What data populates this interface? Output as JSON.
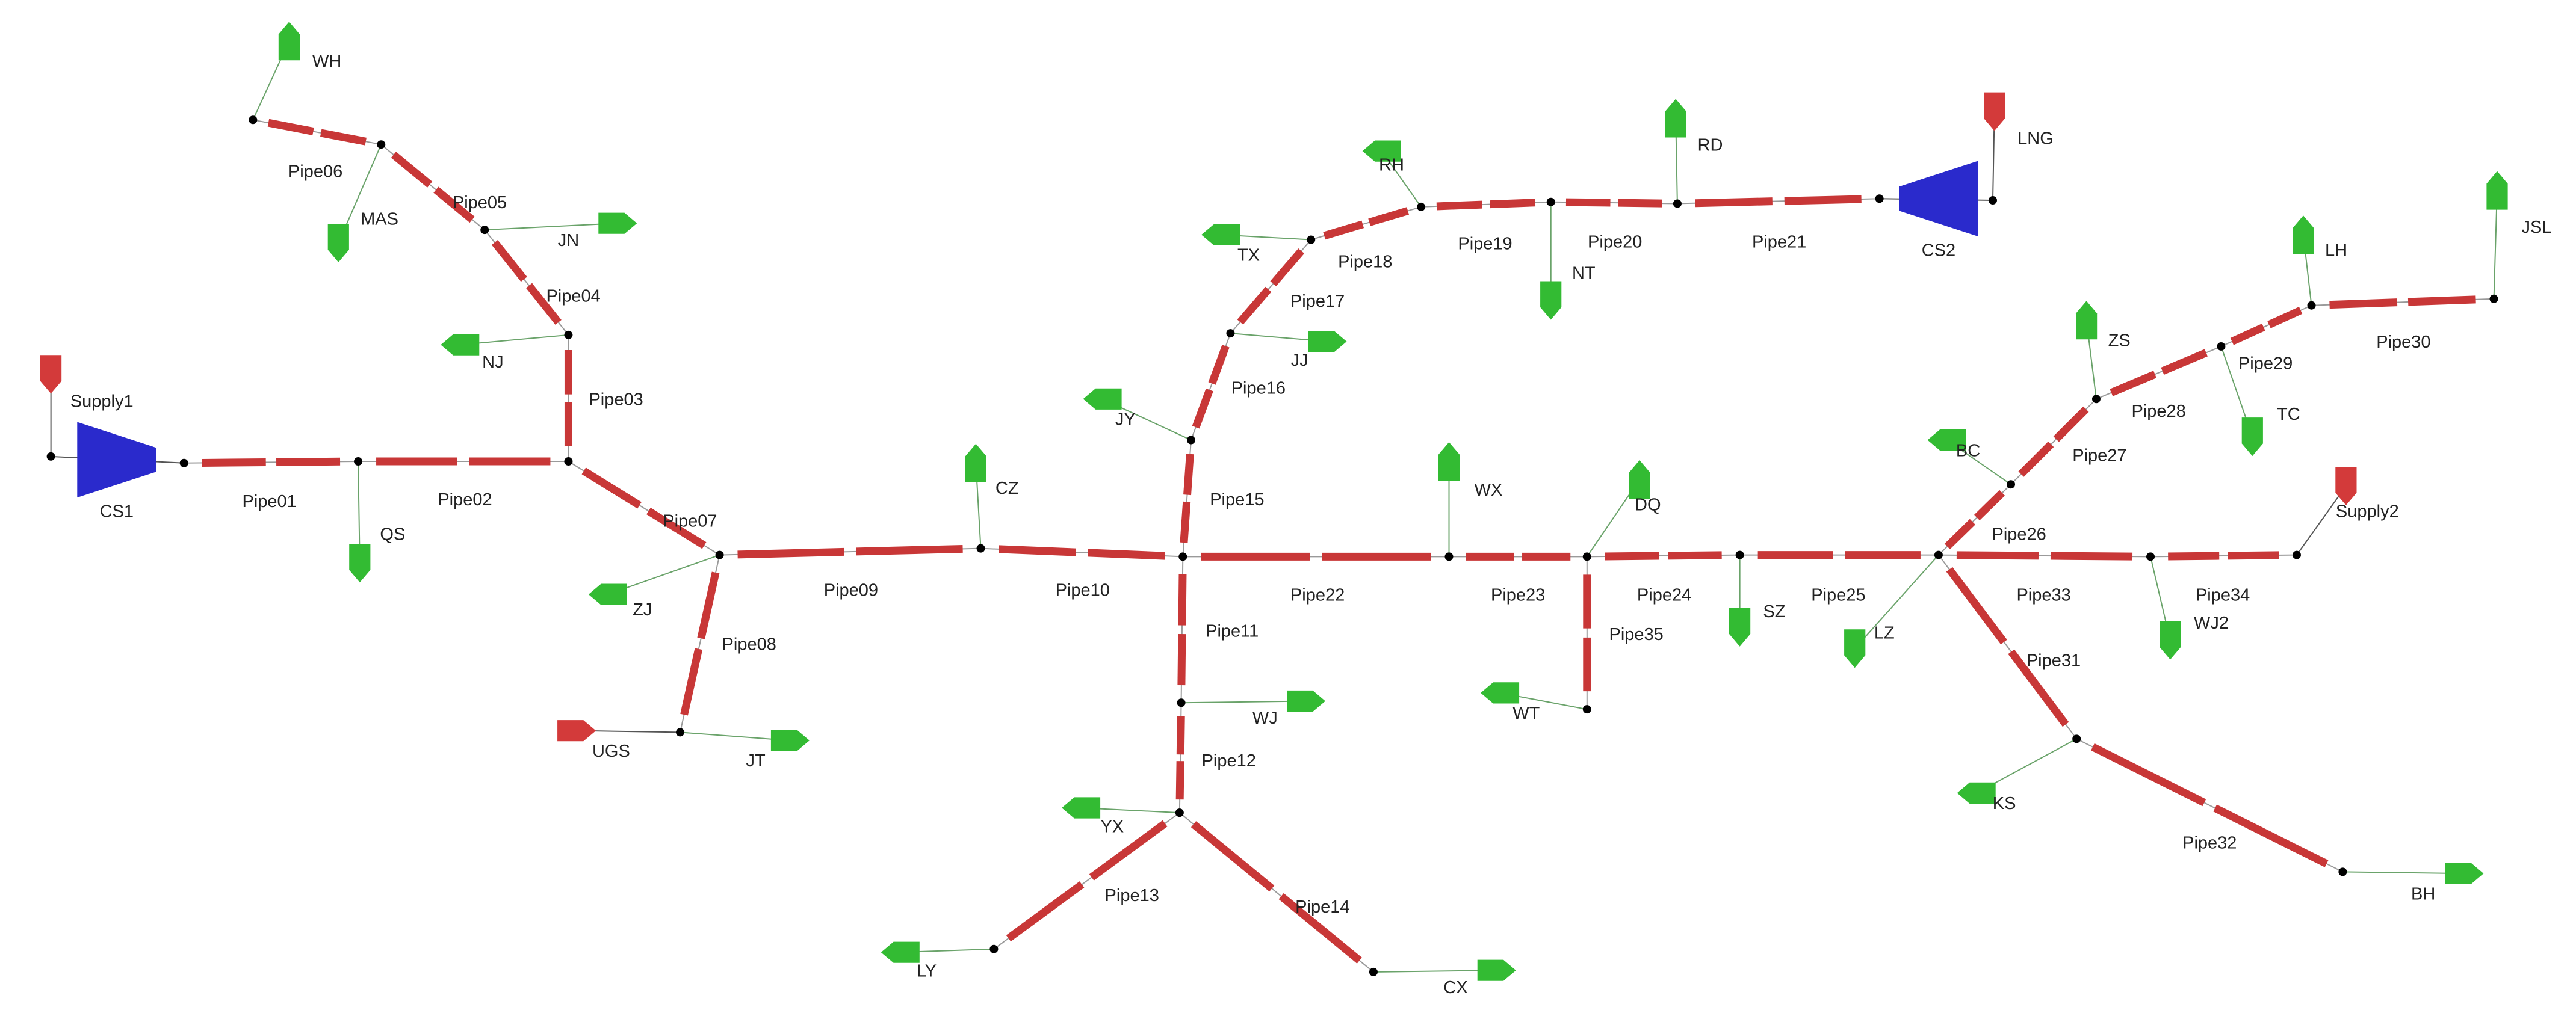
{
  "colors": {
    "pipe": "#c83737",
    "link": "#6aa36a",
    "node": "#000000",
    "consumer": "#33bb33",
    "source": "#d33a3a",
    "compressor": "#2a2acc",
    "text": "#222222"
  },
  "pipes": [
    {
      "id": "p01",
      "label": "Pipe01",
      "from": "n_cs1_out",
      "to": "n_qs"
    },
    {
      "id": "p02",
      "label": "Pipe02",
      "from": "n_qs",
      "to": "n_j1"
    },
    {
      "id": "p03",
      "label": "Pipe03",
      "from": "n_j1",
      "to": "n_nj"
    },
    {
      "id": "p04",
      "label": "Pipe04",
      "from": "n_nj",
      "to": "n_jn"
    },
    {
      "id": "p05",
      "label": "Pipe05",
      "from": "n_jn",
      "to": "n_mas"
    },
    {
      "id": "p06",
      "label": "Pipe06",
      "from": "n_mas",
      "to": "n_wh"
    },
    {
      "id": "p07",
      "label": "Pipe07",
      "from": "n_j1",
      "to": "n_j2"
    },
    {
      "id": "p08",
      "label": "Pipe08",
      "from": "n_j2",
      "to": "n_ugs"
    },
    {
      "id": "p09",
      "label": "Pipe09",
      "from": "n_j2",
      "to": "n_cz"
    },
    {
      "id": "p10",
      "label": "Pipe10",
      "from": "n_cz",
      "to": "n_j3"
    },
    {
      "id": "p11",
      "label": "Pipe11",
      "from": "n_j3",
      "to": "n_wj"
    },
    {
      "id": "p12",
      "label": "Pipe12",
      "from": "n_wj",
      "to": "n_j4"
    },
    {
      "id": "p13",
      "label": "Pipe13",
      "from": "n_j4",
      "to": "n_ly"
    },
    {
      "id": "p14",
      "label": "Pipe14",
      "from": "n_j4",
      "to": "n_cx"
    },
    {
      "id": "p15",
      "label": "Pipe15",
      "from": "n_j3",
      "to": "n_jy"
    },
    {
      "id": "p16",
      "label": "Pipe16",
      "from": "n_jy",
      "to": "n_jj"
    },
    {
      "id": "p17",
      "label": "Pipe17",
      "from": "n_jj",
      "to": "n_tx"
    },
    {
      "id": "p18",
      "label": "Pipe18",
      "from": "n_tx",
      "to": "n_rh"
    },
    {
      "id": "p19",
      "label": "Pipe19",
      "from": "n_rh",
      "to": "n_nt"
    },
    {
      "id": "p20",
      "label": "Pipe20",
      "from": "n_nt",
      "to": "n_rd"
    },
    {
      "id": "p21",
      "label": "Pipe21",
      "from": "n_rd",
      "to": "n_cs2_in"
    },
    {
      "id": "p22",
      "label": "Pipe22",
      "from": "n_j3",
      "to": "n_wx"
    },
    {
      "id": "p23",
      "label": "Pipe23",
      "from": "n_wx",
      "to": "n_dq"
    },
    {
      "id": "p24",
      "label": "Pipe24",
      "from": "n_dq",
      "to": "n_sz"
    },
    {
      "id": "p25",
      "label": "Pipe25",
      "from": "n_sz",
      "to": "n_j5"
    },
    {
      "id": "p26",
      "label": "Pipe26",
      "from": "n_j5",
      "to": "n_bc"
    },
    {
      "id": "p27",
      "label": "Pipe27",
      "from": "n_bc",
      "to": "n_zs"
    },
    {
      "id": "p28",
      "label": "Pipe28",
      "from": "n_zs",
      "to": "n_tc"
    },
    {
      "id": "p29",
      "label": "Pipe29",
      "from": "n_tc",
      "to": "n_lh"
    },
    {
      "id": "p30",
      "label": "Pipe30",
      "from": "n_lh",
      "to": "n_jsl"
    },
    {
      "id": "p31",
      "label": "Pipe31",
      "from": "n_j5",
      "to": "n_ks"
    },
    {
      "id": "p32",
      "label": "Pipe32",
      "from": "n_ks",
      "to": "n_bh"
    },
    {
      "id": "p33",
      "label": "Pipe33",
      "from": "n_j5",
      "to": "n_wj2"
    },
    {
      "id": "p34",
      "label": "Pipe34",
      "from": "n_wj2",
      "to": "n_supply2"
    },
    {
      "id": "p35",
      "label": "Pipe35",
      "from": "n_dq",
      "to": "n_wt"
    }
  ],
  "compressors": [
    {
      "id": "cs1",
      "label": "CS1"
    },
    {
      "id": "cs2",
      "label": "CS2"
    }
  ],
  "sources": [
    {
      "id": "supply1",
      "label": "Supply1"
    },
    {
      "id": "supply2",
      "label": "Supply2"
    },
    {
      "id": "lng",
      "label": "LNG"
    },
    {
      "id": "ugs",
      "label": "UGS"
    }
  ],
  "consumers": [
    {
      "id": "wh",
      "label": "WH"
    },
    {
      "id": "mas",
      "label": "MAS"
    },
    {
      "id": "jn",
      "label": "JN"
    },
    {
      "id": "nj",
      "label": "NJ"
    },
    {
      "id": "qs",
      "label": "QS"
    },
    {
      "id": "zj",
      "label": "ZJ"
    },
    {
      "id": "jt",
      "label": "JT"
    },
    {
      "id": "cz",
      "label": "CZ"
    },
    {
      "id": "jy",
      "label": "JY"
    },
    {
      "id": "jj",
      "label": "JJ"
    },
    {
      "id": "tx",
      "label": "TX"
    },
    {
      "id": "rh",
      "label": "RH"
    },
    {
      "id": "nt",
      "label": "NT"
    },
    {
      "id": "rd",
      "label": "RD"
    },
    {
      "id": "wj",
      "label": "WJ"
    },
    {
      "id": "yx",
      "label": "YX"
    },
    {
      "id": "ly",
      "label": "LY"
    },
    {
      "id": "cx",
      "label": "CX"
    },
    {
      "id": "wx",
      "label": "WX"
    },
    {
      "id": "dq",
      "label": "DQ"
    },
    {
      "id": "wt",
      "label": "WT"
    },
    {
      "id": "sz",
      "label": "SZ"
    },
    {
      "id": "lz",
      "label": "LZ"
    },
    {
      "id": "bc",
      "label": "BC"
    },
    {
      "id": "zs",
      "label": "ZS"
    },
    {
      "id": "tc",
      "label": "TC"
    },
    {
      "id": "lh",
      "label": "LH"
    },
    {
      "id": "jsl",
      "label": "JSL"
    },
    {
      "id": "wj2",
      "label": "WJ2"
    },
    {
      "id": "ks",
      "label": "KS"
    },
    {
      "id": "bh",
      "label": "BH"
    }
  ]
}
